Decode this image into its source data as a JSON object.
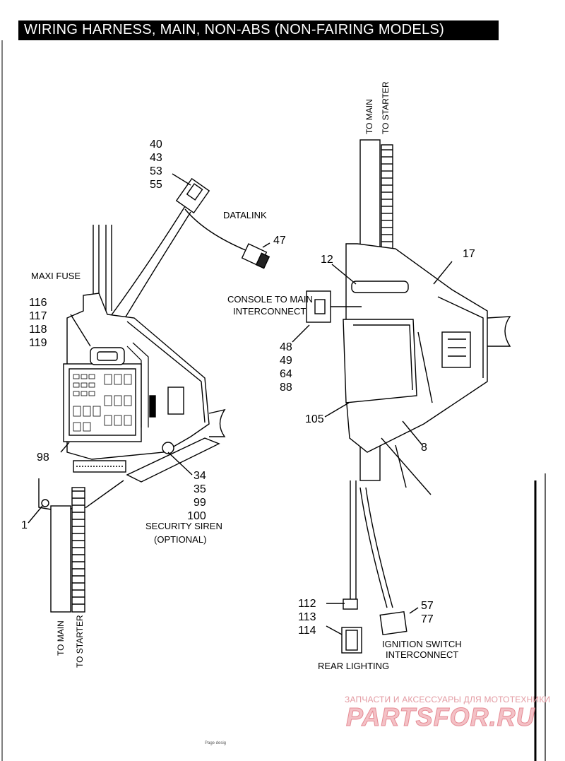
{
  "title": "WIRING HARNESS, MAIN, NON-ABS (NON-FAIRING MODELS)",
  "labels": {
    "datalink": "DATALINK",
    "maxi_fuse": "MAXI FUSE",
    "console_to_main_1": "CONSOLE TO MAIN",
    "console_to_main_2": "INTERCONNECT",
    "security_siren_1": "SECURITY SIREN",
    "security_siren_2": "(OPTIONAL)",
    "rear_lighting": "REAR LIGHTING",
    "ignition_switch_1": "IGNITION SWITCH",
    "ignition_switch_2": "INTERCONNECT",
    "to_main_top": "TO MAIN",
    "to_starter_top": "TO STARTER",
    "to_main_bottom": "TO MAIN",
    "to_starter_bottom": "TO STARTER"
  },
  "callouts": {
    "g40": [
      "40",
      "43",
      "53",
      "55"
    ],
    "c47": "47",
    "c12": "12",
    "c17": "17",
    "g116": [
      "116",
      "117",
      "118",
      "119"
    ],
    "g48": [
      "48",
      "49",
      "64",
      "88"
    ],
    "c105": "105",
    "c8": "8",
    "c98": "98",
    "g34": [
      "34",
      "35",
      "99",
      "100"
    ],
    "c1": "1",
    "g112": [
      "112",
      "113",
      "114"
    ],
    "g57": [
      "57",
      "77"
    ]
  },
  "watermark": {
    "tagline": "ЗАПЧАСТИ И АКСЕССУАРЫ ДЛЯ МОТОТЕХНИКИ",
    "logo": "PARTSFOR.RU"
  },
  "footer": "Page desig",
  "colors": {
    "ink": "#000000",
    "title_bg": "#000000",
    "title_text": "#ffffff",
    "watermark": "#e58c95"
  }
}
